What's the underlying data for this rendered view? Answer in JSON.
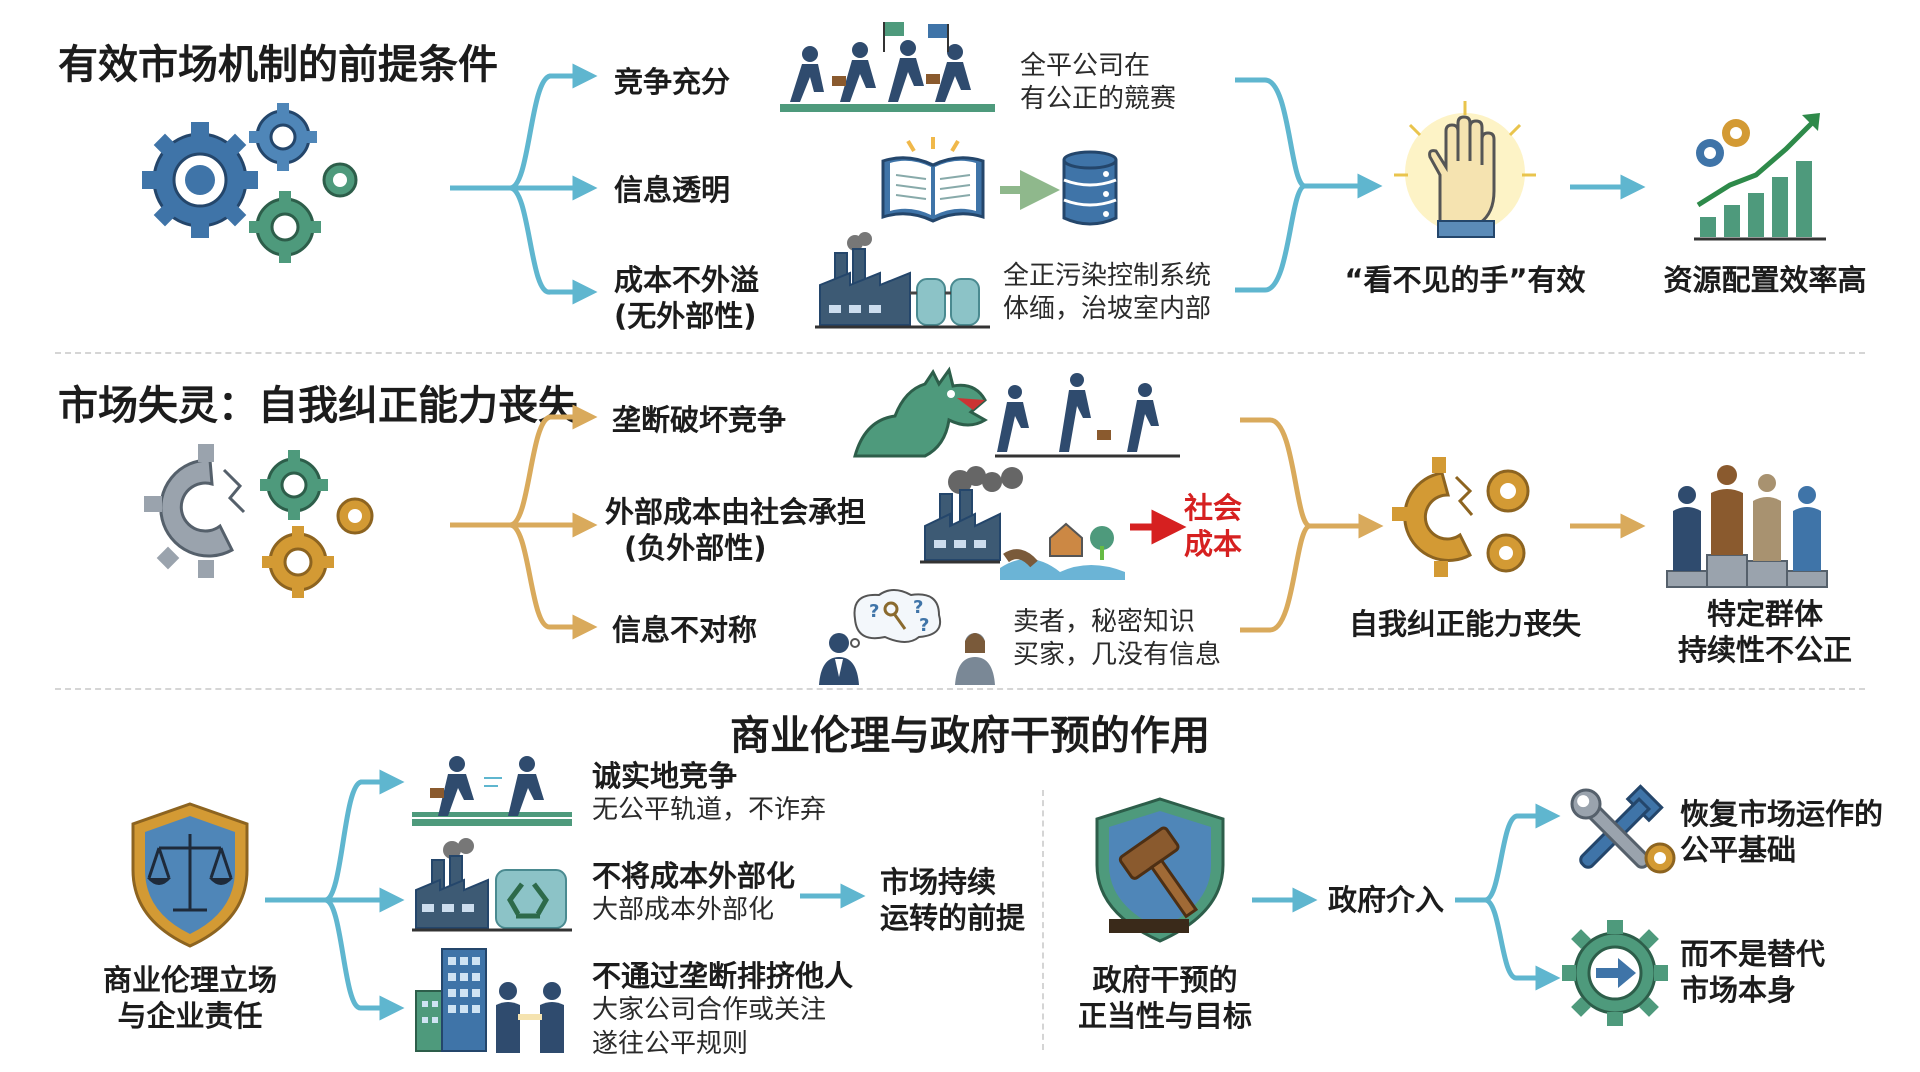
{
  "section1": {
    "title": "有效市场机制的前提条件",
    "conditions": [
      {
        "label": "竞争充分",
        "note_lines": [
          "全平公司在",
          "有公正的競赛"
        ]
      },
      {
        "label": "信息透明",
        "note_lines": []
      },
      {
        "label_lines": [
          "成本不外溢",
          "(无外部性)"
        ],
        "note_lines": [
          "全正污染控制系统",
          "体缅，治坡室内部"
        ]
      }
    ],
    "result1": "“看不见的手”有效",
    "result2": "资源配置效率高"
  },
  "section2": {
    "title": "市场失灵：自我纠正能力丧失",
    "failures": [
      {
        "label": "垄断破坏竞争"
      },
      {
        "label_lines": [
          "外部成本由社会承担",
          "(负外部性)"
        ],
        "tag_lines": [
          "社会",
          "成本"
        ]
      },
      {
        "label": "信息不对称",
        "note_lines": [
          "卖者，秘密知识",
          "买家，几没有信息"
        ]
      }
    ],
    "result1": "自我纠正能力丧失",
    "result2_lines": [
      "特定群体",
      "持续性不公正"
    ]
  },
  "section3": {
    "title": "商业伦理与政府干预的作用",
    "ethics_lines": [
      "商业伦理立场",
      "与企业责任"
    ],
    "items": [
      {
        "title": "诚实地竞争",
        "detail_lines": [
          "无公平轨道，不诈弃"
        ]
      },
      {
        "title": "不将成本外部化",
        "detail_lines": [
          "大部成本外部化"
        ]
      },
      {
        "title": "不通过垄断排挤他人",
        "detail_lines": [
          "大家公司合作或关注",
          "遂往公平规则"
        ]
      }
    ],
    "premise_lines": [
      "市场持续",
      "运转的前提"
    ],
    "gov_lines": [
      "政府干预的",
      "正当性与目标"
    ],
    "intervention": "政府介入",
    "outcomes": [
      {
        "lines": [
          "恢复市场运作的",
          "公平基础"
        ]
      },
      {
        "lines": [
          "而不是替代",
          "市场本身"
        ]
      }
    ]
  },
  "colors": {
    "blue_arrow": "#5fb6cf",
    "gold_arrow": "#d9aa5c",
    "gear_blue": "#3f74a8",
    "gear_green": "#4e9a7c",
    "gear_gold": "#d39a34",
    "red": "#d62020"
  }
}
